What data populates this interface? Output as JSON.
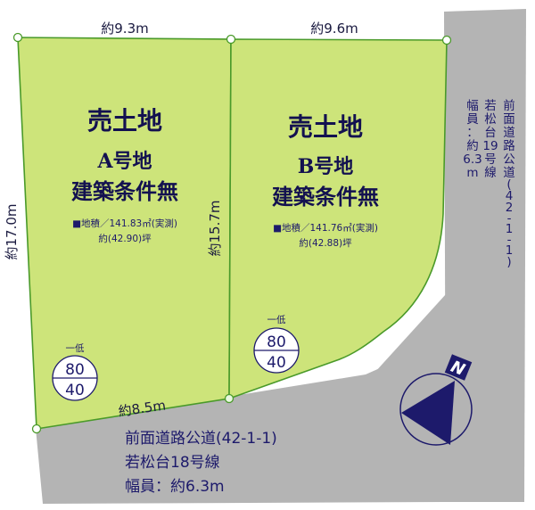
{
  "colors": {
    "lot_fill": "#cde47a",
    "lot_border": "#4a9a2a",
    "road_fill": "#b4b4b4",
    "text_navy": "#1d1a6b",
    "background": "#ffffff"
  },
  "lots": [
    {
      "title": "売土地",
      "lot_name": "A号地",
      "condition": "建築条件無",
      "area_line": "■地積／141.83㎡(実測)",
      "tsubo_line": "約(42.90)坪",
      "zoning": {
        "label": "一低",
        "coverage": "80",
        "floor_ratio": "40"
      }
    },
    {
      "title": "売土地",
      "lot_name": "B号地",
      "condition": "建築条件無",
      "area_line": "■地積／141.76㎡(実測)",
      "tsubo_line": "約(42.88)坪",
      "zoning": {
        "label": "一低",
        "coverage": "80",
        "floor_ratio": "40"
      }
    }
  ],
  "dimensions": {
    "top_a": "約9.3m",
    "top_b": "約9.6m",
    "left_a": "約17.0m",
    "middle": "約15.7m",
    "bottom_a": "約8.5m"
  },
  "roads": {
    "south": {
      "line1": "前面道路公道(42-1-1)",
      "line2": "若松台18号線",
      "line3": "幅員：約6.3m"
    },
    "east": {
      "col1": [
        "前",
        "面",
        "道",
        "路",
        "公",
        "道",
        "(",
        "4",
        "2",
        "-",
        "1",
        "-",
        "1",
        ")"
      ],
      "col2": [
        "若",
        "松",
        "台",
        "19",
        "号",
        "線"
      ],
      "col3": [
        "幅",
        "員",
        "：",
        "約",
        "6.3",
        "m"
      ]
    }
  },
  "compass": {
    "label": "N"
  }
}
